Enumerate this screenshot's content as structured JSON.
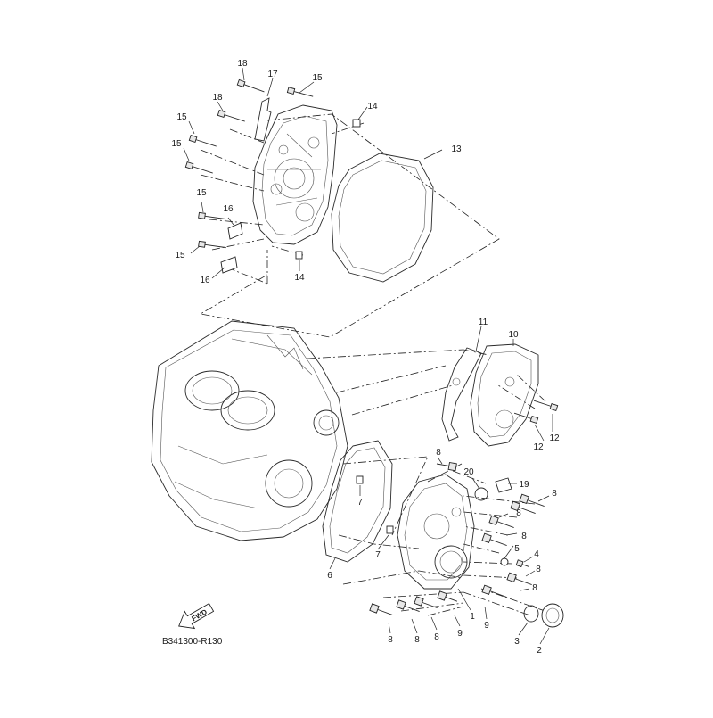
{
  "diagram": {
    "code": "B341300-R130",
    "fwd_label": "FWD",
    "callouts": [
      {
        "id": "c18a",
        "text": "18"
      },
      {
        "id": "c17",
        "text": "17"
      },
      {
        "id": "c15a",
        "text": "15"
      },
      {
        "id": "c18b",
        "text": "18"
      },
      {
        "id": "c14a",
        "text": "14"
      },
      {
        "id": "c15b",
        "text": "15"
      },
      {
        "id": "c15c",
        "text": "15"
      },
      {
        "id": "c13",
        "text": "13"
      },
      {
        "id": "c15d",
        "text": "15"
      },
      {
        "id": "c16a",
        "text": "16"
      },
      {
        "id": "c15e",
        "text": "15"
      },
      {
        "id": "c16b",
        "text": "16"
      },
      {
        "id": "c14b",
        "text": "14"
      },
      {
        "id": "c11",
        "text": "11"
      },
      {
        "id": "c10",
        "text": "10"
      },
      {
        "id": "c12a",
        "text": "12"
      },
      {
        "id": "c12b",
        "text": "12"
      },
      {
        "id": "c8a",
        "text": "8"
      },
      {
        "id": "c20",
        "text": "20"
      },
      {
        "id": "c19",
        "text": "19"
      },
      {
        "id": "c8b",
        "text": "8"
      },
      {
        "id": "c7a",
        "text": "7"
      },
      {
        "id": "c8c",
        "text": "8"
      },
      {
        "id": "c8d",
        "text": "8"
      },
      {
        "id": "c5",
        "text": "5"
      },
      {
        "id": "c7b",
        "text": "7"
      },
      {
        "id": "c4",
        "text": "4"
      },
      {
        "id": "c8e",
        "text": "8"
      },
      {
        "id": "c6",
        "text": "6"
      },
      {
        "id": "c8f",
        "text": "8"
      },
      {
        "id": "c1",
        "text": "1"
      },
      {
        "id": "c9a",
        "text": "9"
      },
      {
        "id": "c9b",
        "text": "9"
      },
      {
        "id": "c8g",
        "text": "8"
      },
      {
        "id": "c8h",
        "text": "8"
      },
      {
        "id": "c8i",
        "text": "8"
      },
      {
        "id": "c3",
        "text": "3"
      },
      {
        "id": "c2",
        "text": "2"
      }
    ]
  }
}
